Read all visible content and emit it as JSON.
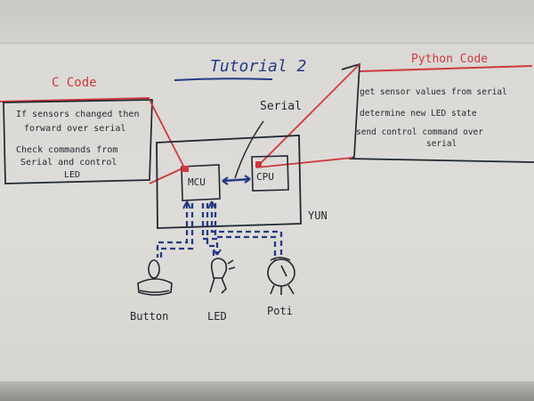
{
  "title": "Tutorial 2",
  "left_panel": {
    "heading": "C Code",
    "lines": [
      "If sensors changed then",
      "forward over serial",
      "Check commands from",
      "Serial and control",
      "LED"
    ]
  },
  "right_panel": {
    "heading": "Python Code",
    "lines": [
      "get sensor values from serial",
      "determine new LED state",
      "send control command over",
      "serial"
    ]
  },
  "board": {
    "label": "YUN",
    "serial_label": "Serial",
    "mcu_label": "MCU",
    "cpu_label": "CPU"
  },
  "peripherals": {
    "button_label": "Button",
    "led_label": "LED",
    "poti_label": "Poti"
  },
  "colors": {
    "red_marker": "#d0383f",
    "blue_marker": "#253a84",
    "black_marker": "#1f2730"
  }
}
